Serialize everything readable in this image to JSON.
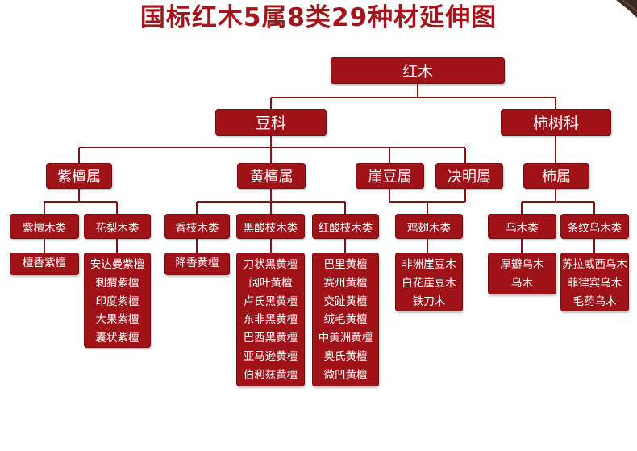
{
  "title": "国标红木5属8类29种材延伸图",
  "root": "红木",
  "families": {
    "legume": "豆科",
    "ebenaceae": "柿树科"
  },
  "genera": {
    "dalbergia_zitan": "紫檀属",
    "dalbergia_huangtan": "黄檀属",
    "millettia": "崖豆属",
    "cassia": "决明属",
    "diospyros": "柿属"
  },
  "classes": {
    "zitan": "紫檀木类",
    "huali": "花梨木类",
    "xiangzhi": "香枝木类",
    "heisuanzhi": "黑酸枝木类",
    "hongsuanzhi": "红酸枝木类",
    "jichi": "鸡翅木类",
    "wumu": "乌木类",
    "tiaowen": "条纹乌木类"
  },
  "species": {
    "zitan": [
      "檀香紫檀"
    ],
    "huali": [
      "安达曼紫檀",
      "刺猬紫檀",
      "印度紫檀",
      "大果紫檀",
      "囊状紫檀"
    ],
    "xiangzhi": [
      "降香黄檀"
    ],
    "heisuanzhi": [
      "刀状黑黄檀",
      "阔叶黄檀",
      "卢氏黑黄檀",
      "东非黑黄檀",
      "巴西黑黄檀",
      "亚马逊黄檀",
      "伯利兹黄檀"
    ],
    "hongsuanzhi": [
      "巴里黄檀",
      "赛州黄檀",
      "交趾黄檀",
      "绒毛黄檀",
      "中美洲黄檀",
      "奥氏黄檀",
      "微凹黄檀"
    ],
    "jichi": [
      "非洲崖豆木",
      "白花崖豆木",
      "铁刀木"
    ],
    "wumu": [
      "厚瓣乌木",
      "乌木"
    ],
    "tiaowen": [
      "苏拉威西乌木",
      "菲律宾乌木",
      "毛药乌木"
    ]
  },
  "colors": {
    "box": "#9e1218",
    "line": "#8b1016",
    "title": "#a3141b"
  }
}
